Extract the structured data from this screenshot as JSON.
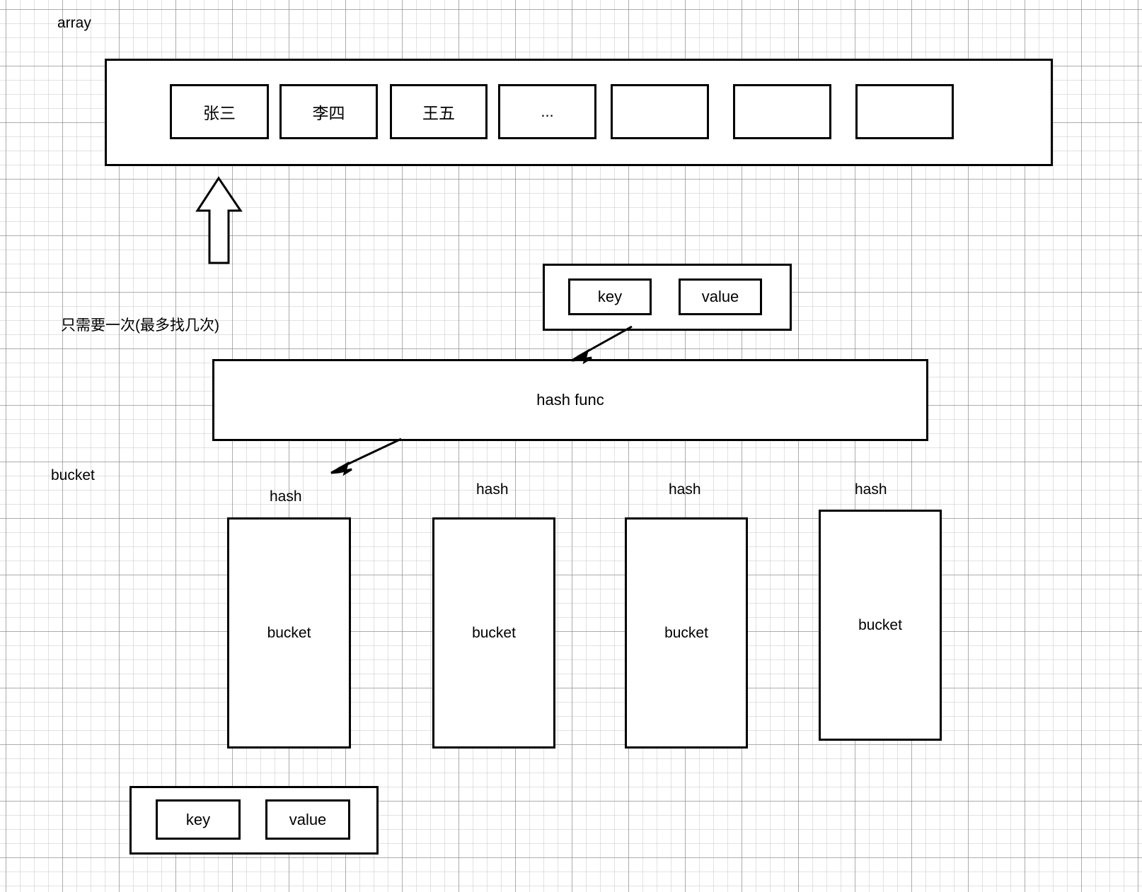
{
  "diagram": {
    "title_labels": {
      "array": "array",
      "bucket": "bucket",
      "note": "只需要一次(最多找几次)"
    },
    "array_section": {
      "label": "array",
      "cells": [
        {
          "text": "张三",
          "cjk": true
        },
        {
          "text": "李四",
          "cjk": true
        },
        {
          "text": "王五",
          "cjk": true
        },
        {
          "text": "...",
          "cjk": false
        },
        {
          "text": "",
          "cjk": false
        },
        {
          "text": "",
          "cjk": false
        },
        {
          "text": "",
          "cjk": false
        }
      ]
    },
    "kv_top": {
      "key_label": "key",
      "value_label": "value"
    },
    "hash_func": {
      "label": "hash func"
    },
    "buckets_section": {
      "side_label": "bucket",
      "items": [
        {
          "hash_label": "hash",
          "bucket_label": "bucket"
        },
        {
          "hash_label": "hash",
          "bucket_label": "bucket"
        },
        {
          "hash_label": "hash",
          "bucket_label": "bucket"
        },
        {
          "hash_label": "hash",
          "bucket_label": "bucket"
        }
      ]
    },
    "kv_bottom": {
      "key_label": "key",
      "value_label": "value"
    },
    "colors": {
      "stroke": "#000000",
      "background": "#ffffff",
      "grid_minor": "#bebebe",
      "grid_major": "#828282"
    }
  }
}
